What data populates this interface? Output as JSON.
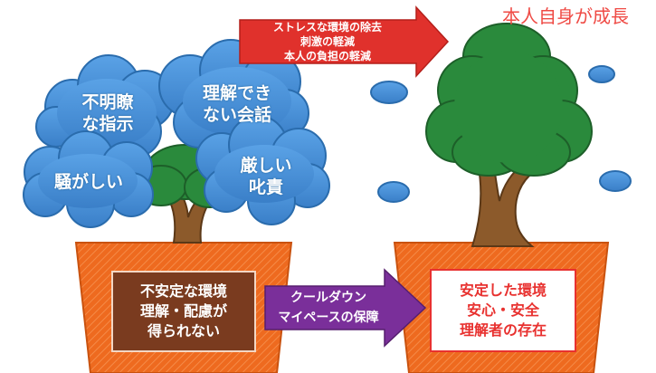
{
  "clouds": [
    {
      "id": "cloud-unclear",
      "label": "不明瞭\nな指示"
    },
    {
      "id": "cloud-talk",
      "label": "理解でき\nない会話"
    },
    {
      "id": "cloud-noisy",
      "label": "騒がしい"
    },
    {
      "id": "cloud-scold",
      "label": "厳しい\n叱責"
    }
  ],
  "left_box": {
    "text": "不安定な環境\n理解・配慮が\n得られない"
  },
  "right_box": {
    "text": "安定した環境\n安心・安全\n理解者の存在"
  },
  "red_arrow": {
    "text": "ストレスな環境の除去\n刺激の軽減\n本人の負担の軽減"
  },
  "purple_arrow": {
    "text": "クールダウン\nマイペースの保障"
  },
  "growth_title": "本人自身が成長",
  "colors": {
    "cloud": "#4a90d9",
    "cloud_outline": "#2a6cad",
    "tree_green": "#2a8a3c",
    "trunk": "#8c5a2b",
    "pot_orange": "#ee6a1f",
    "left_box": "#7a3b1f",
    "red_arrow": "#e0312c",
    "purple_arrow": "#7a2f9a",
    "title_red": "#ef4a44"
  }
}
